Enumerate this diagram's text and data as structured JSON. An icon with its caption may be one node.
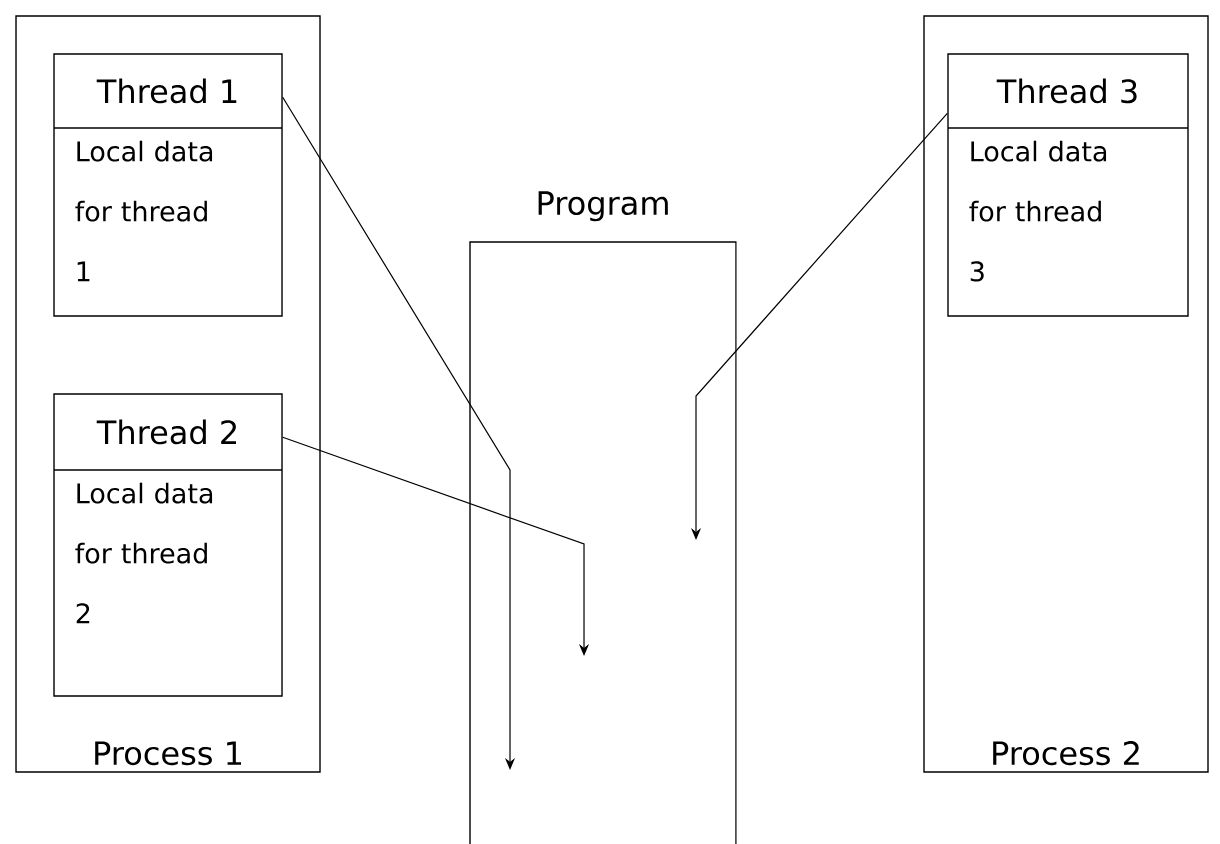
{
  "diagram": {
    "nodes": [
      {
        "text": [
          "Process 1"
        ]
      },
      {
        "text": [
          "Thread 1",
          "Local data for thread 1"
        ],
        "in": 0
      },
      {
        "text": [
          "Thread 2",
          "Local data for thread 2"
        ],
        "in": 0
      },
      {
        "text": [
          "Program"
        ]
      },
      {
        "text": [
          "Process 2"
        ]
      },
      {
        "text": [
          "Thread 3",
          "Local data for thread 3"
        ],
        "in": 4
      }
    ],
    "edges": [
      {
        "from": 1,
        "to": 3,
        "arrow": "to"
      },
      {
        "from": 2,
        "to": 3,
        "arrow": "to"
      },
      {
        "from": 5,
        "to": 3,
        "arrow": "to"
      }
    ]
  }
}
